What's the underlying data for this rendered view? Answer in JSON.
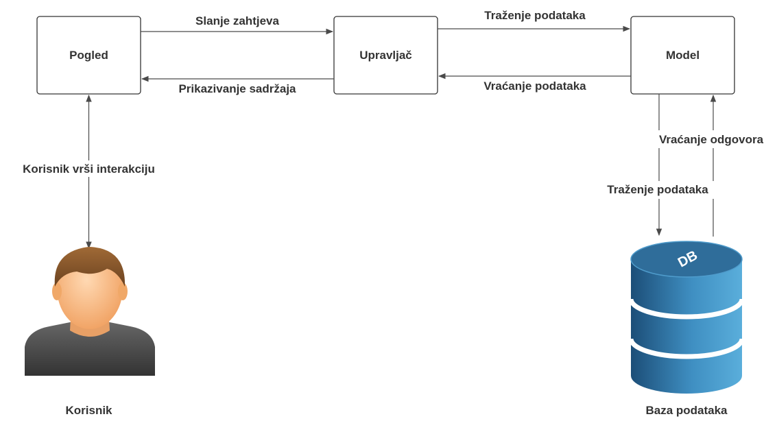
{
  "nodes": {
    "view": {
      "label": "Pogled"
    },
    "controller": {
      "label": "Upravljač"
    },
    "model": {
      "label": "Model"
    }
  },
  "edges": {
    "send_request": "Slanje zahtjeva",
    "display_content": "Prikazivanje sadržaja",
    "request_data_model": "Traženje podataka",
    "return_data": "Vraćanje podataka",
    "user_interaction": "Korisnik vrši interakciju",
    "return_response": "Vraćanje odgovora",
    "request_data_db": "Traženje podataka"
  },
  "actors": {
    "user": {
      "label": "Korisnik"
    },
    "database": {
      "label": "Baza podataka",
      "badge": "DB"
    }
  },
  "colors": {
    "box_border": "#333333",
    "arrow": "#4a4a4a",
    "db_top": "#2f6d9a",
    "db_side_light": "#5aaedb",
    "db_side_dark": "#1c4e78",
    "skin": "#f7c08f",
    "hair": "#8a5a2b",
    "shirt": "#4a4a4a"
  }
}
